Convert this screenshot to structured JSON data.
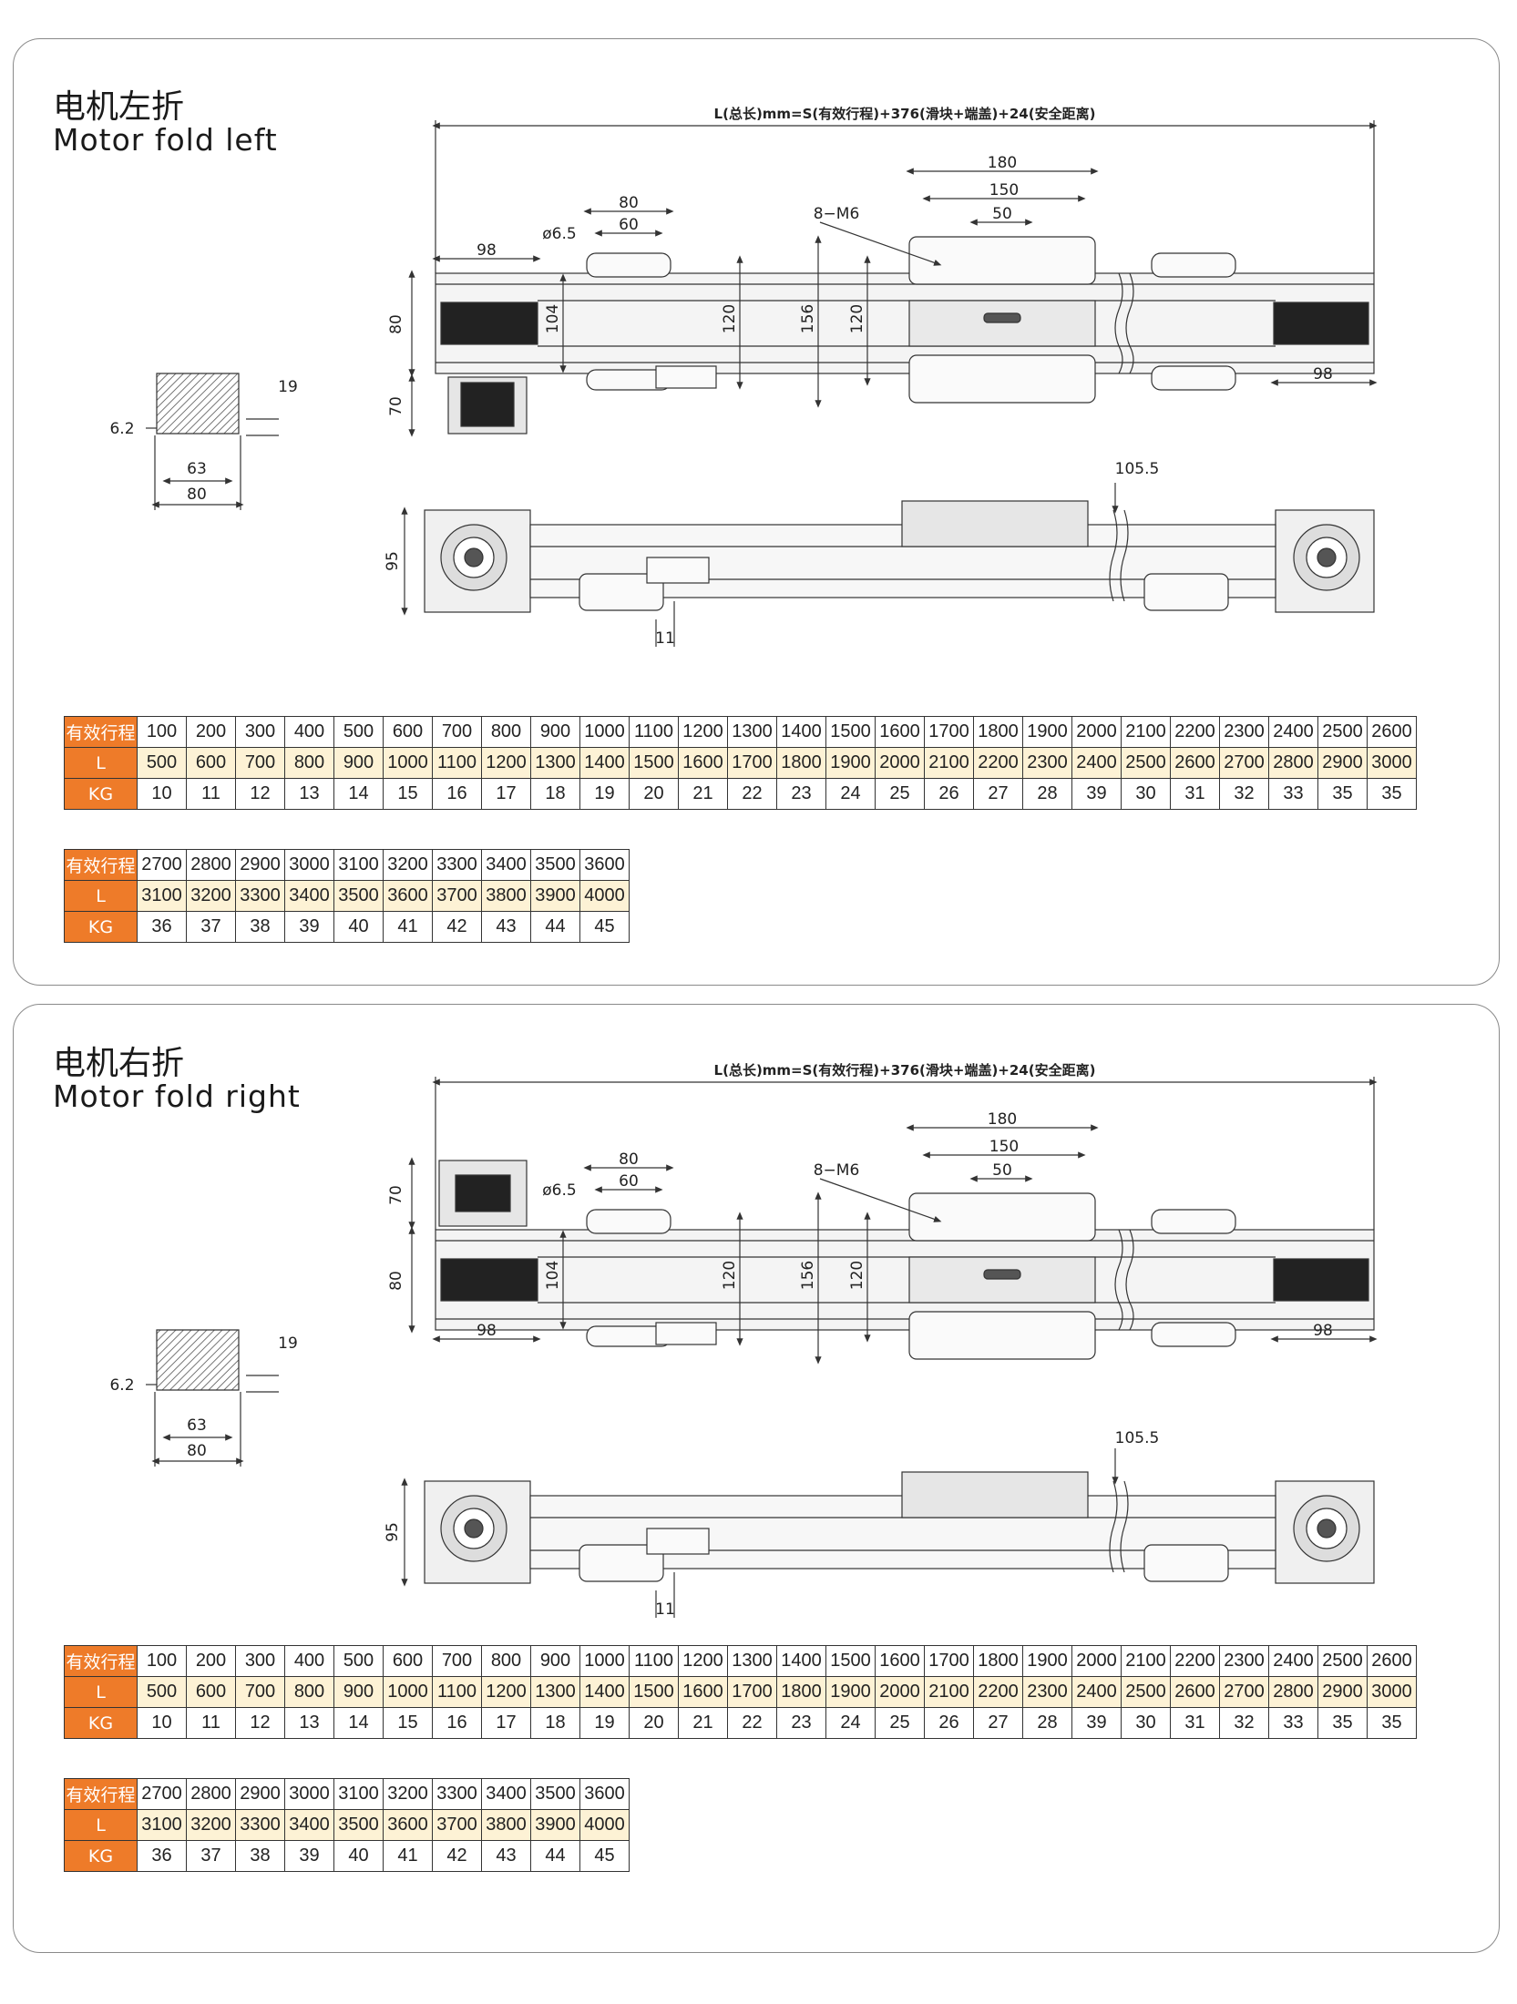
{
  "sections": [
    {
      "title_zh": "电机左折",
      "title_en": "Motor fold left",
      "formula": "L(总长)mm=S(有效行程)+376(滑块+端盖)+24(安全距离)",
      "dims": {
        "d180": "180",
        "d150": "150",
        "d50": "50",
        "d80": "80",
        "d60": "60",
        "phi": "ø6.5",
        "m6": "8−M6",
        "d98a": "98",
        "d98b": "98",
        "v80": "80",
        "v70": "70",
        "v104": "104",
        "v120a": "120",
        "v156": "156",
        "v120b": "120",
        "p19": "19",
        "p62": "6.2",
        "p63": "63",
        "p80": "80",
        "s1055": "105.5",
        "s95": "95",
        "s11": "11"
      }
    },
    {
      "title_zh": "电机右折",
      "title_en": "Motor fold right",
      "formula": "L(总长)mm=S(有效行程)+376(滑块+端盖)+24(安全距离)",
      "dims": {
        "d180": "180",
        "d150": "150",
        "d50": "50",
        "d80": "80",
        "d60": "60",
        "phi": "ø6.5",
        "m6": "8−M6",
        "d98a": "98",
        "d98b": "98",
        "v80": "80",
        "v70": "70",
        "v104": "104",
        "v120a": "120",
        "v156": "156",
        "v120b": "120",
        "p19": "19",
        "p62": "6.2",
        "p63": "63",
        "p80": "80",
        "s1055": "105.5",
        "s95": "95",
        "s11": "11"
      }
    }
  ],
  "tables": {
    "labels": {
      "stroke": "有效行程",
      "length": "L",
      "weight": "KG"
    },
    "part1": {
      "stroke": [
        "100",
        "200",
        "300",
        "400",
        "500",
        "600",
        "700",
        "800",
        "900",
        "1000",
        "1100",
        "1200",
        "1300",
        "1400",
        "1500",
        "1600",
        "1700",
        "1800",
        "1900",
        "2000",
        "2100",
        "2200",
        "2300",
        "2400",
        "2500",
        "2600"
      ],
      "length": [
        "500",
        "600",
        "700",
        "800",
        "900",
        "1000",
        "1100",
        "1200",
        "1300",
        "1400",
        "1500",
        "1600",
        "1700",
        "1800",
        "1900",
        "2000",
        "2100",
        "2200",
        "2300",
        "2400",
        "2500",
        "2600",
        "2700",
        "2800",
        "2900",
        "3000"
      ],
      "weight": [
        "10",
        "11",
        "12",
        "13",
        "14",
        "15",
        "16",
        "17",
        "18",
        "19",
        "20",
        "21",
        "22",
        "23",
        "24",
        "25",
        "26",
        "27",
        "28",
        "39",
        "30",
        "31",
        "32",
        "33",
        "35",
        "35"
      ]
    },
    "part2": {
      "stroke": [
        "2700",
        "2800",
        "2900",
        "3000",
        "3100",
        "3200",
        "3300",
        "3400",
        "3500",
        "3600"
      ],
      "length": [
        "3100",
        "3200",
        "3300",
        "3400",
        "3500",
        "3600",
        "3700",
        "3800",
        "3900",
        "4000"
      ],
      "weight": [
        "36",
        "37",
        "38",
        "39",
        "40",
        "41",
        "42",
        "43",
        "44",
        "45"
      ]
    }
  },
  "colors": {
    "accent": "#ee7b29",
    "highlight": "#fdf2d5",
    "border": "#333333"
  }
}
